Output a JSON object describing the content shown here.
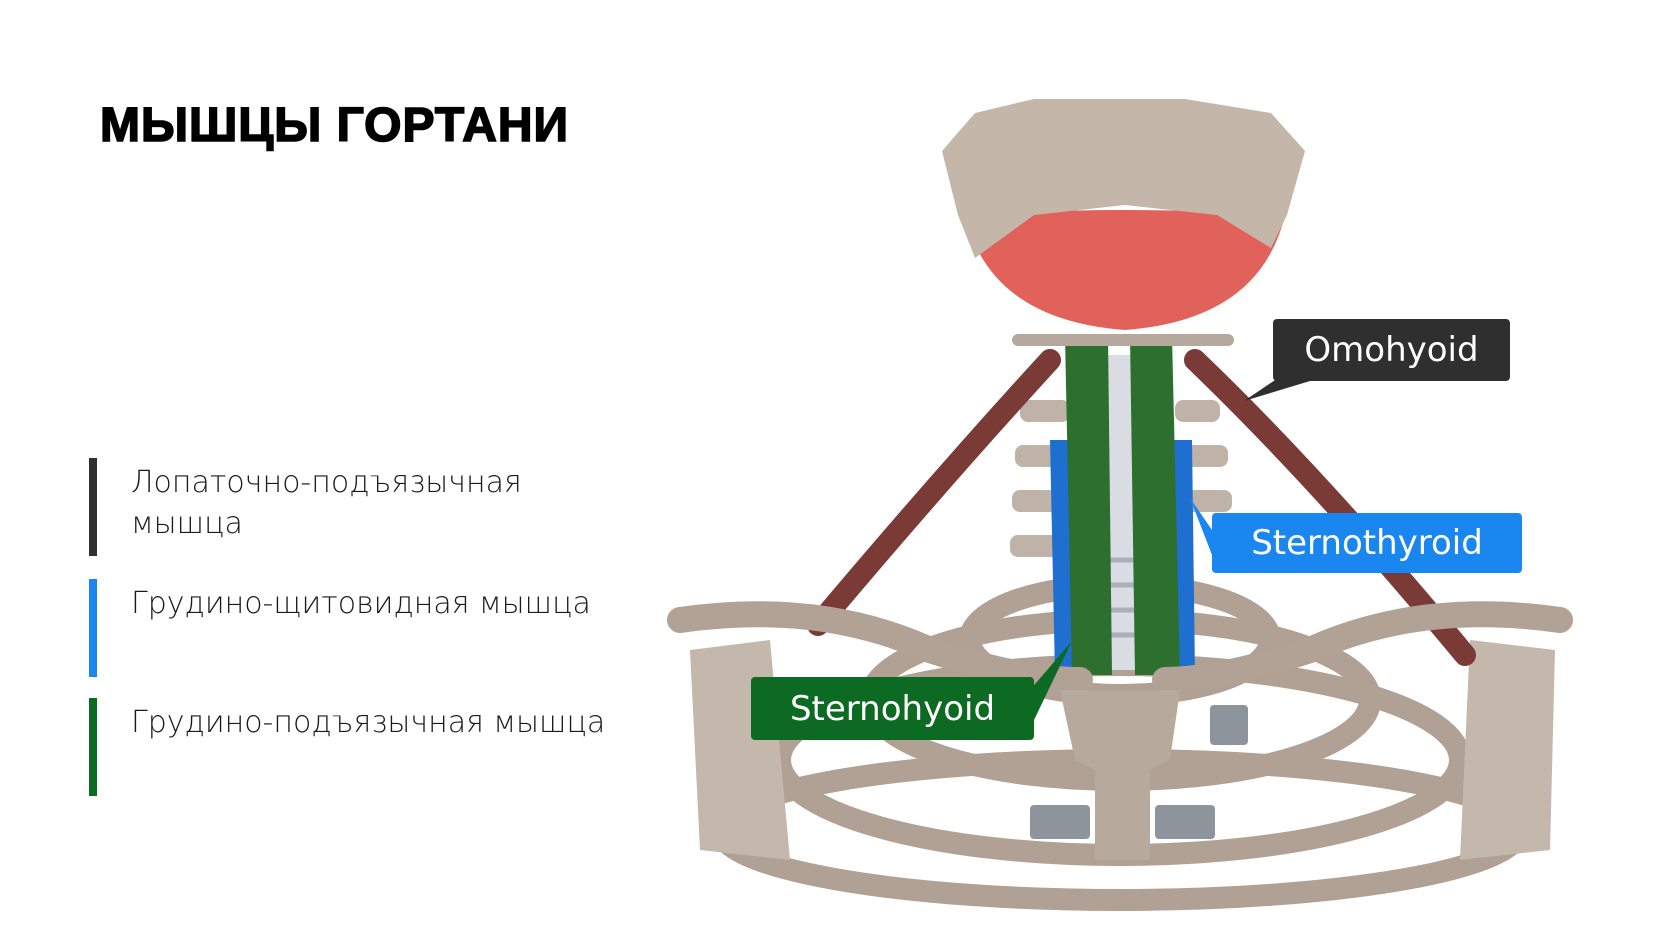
{
  "title": "МЫШЦЫ ГОРТАНИ",
  "legend": [
    {
      "label": "Лопаточно-подъязычная мышца",
      "color": "#2f2f2f"
    },
    {
      "label": "Грудино-щитовидная мышца",
      "color": "#1a86f0"
    },
    {
      "label": "Грудино-подъязычная мышца",
      "color": "#0d6a23"
    }
  ],
  "labels": {
    "omohyoid": "Omohyoid",
    "sternothyroid": "Sternothyroid",
    "sternohyoid": "Sternohyoid"
  },
  "colors": {
    "omohyoid": "#2f2f2f",
    "sternothyroid": "#1a86f0",
    "sternohyoid": "#0d6a23"
  }
}
